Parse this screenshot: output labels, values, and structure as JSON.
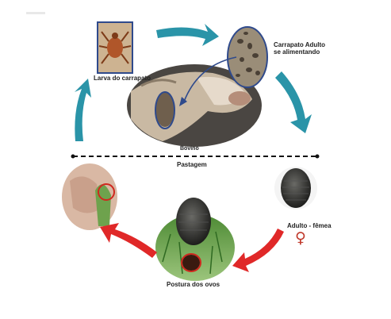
{
  "labels": {
    "larva": "Larva do carrapato",
    "adult_line1": "Carrapato Adulto",
    "adult_line2": "se alimentando",
    "bovino": "Bovino",
    "pastagem": "Pastagem",
    "female": "Adulto - fêmea",
    "female_symbol": "♀",
    "eggs": "Postura dos ovos"
  },
  "colors": {
    "teal_arrow": "#2a94a8",
    "red_arrow": "#e02828",
    "highlight_ring_blue": "#2f4a8c",
    "highlight_ring_red": "#d0281e"
  }
}
